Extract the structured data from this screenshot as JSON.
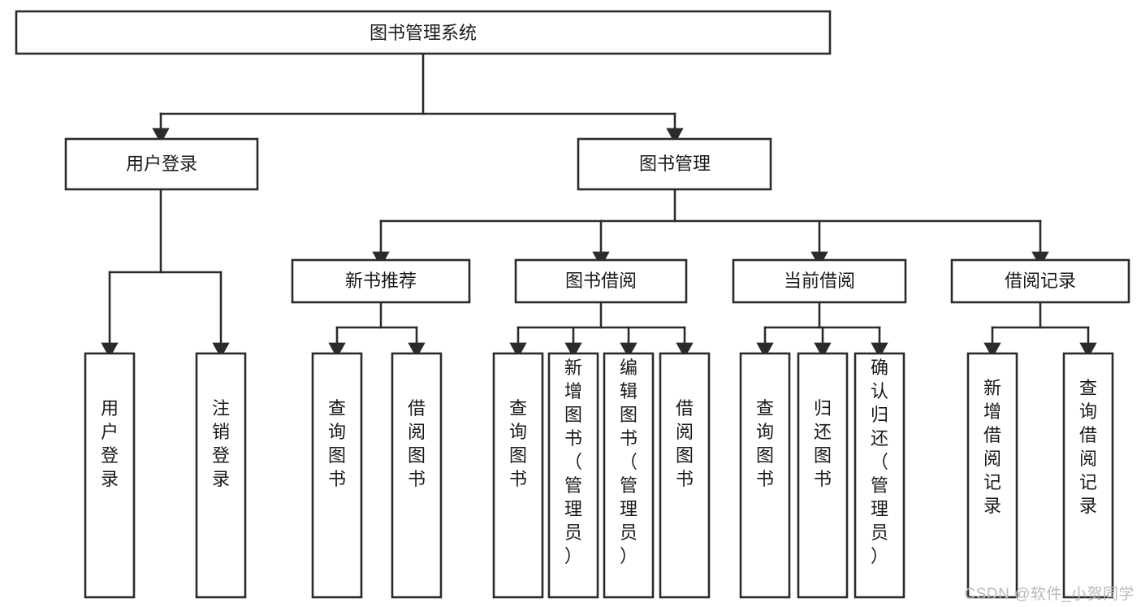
{
  "diagram": {
    "type": "tree-hierarchy",
    "title": "图书管理系统",
    "orientation": "top-down",
    "colors": {
      "stroke": "#2b2b2b",
      "fill": "#ffffff",
      "text": "#1a1a1a",
      "watermark": "#b9b9b9"
    },
    "levels": [
      {
        "level": 1,
        "nodes": [
          {
            "id": "root",
            "label": "图书管理系统",
            "text_orientation": "horizontal"
          }
        ]
      },
      {
        "level": 2,
        "nodes": [
          {
            "id": "user-login",
            "label": "用户登录",
            "text_orientation": "horizontal",
            "parent": "root"
          },
          {
            "id": "book-manage",
            "label": "图书管理",
            "text_orientation": "horizontal",
            "parent": "root"
          }
        ]
      },
      {
        "level": 3,
        "nodes": [
          {
            "id": "new-book-rec",
            "label": "新书推荐",
            "text_orientation": "horizontal",
            "parent": "book-manage"
          },
          {
            "id": "book-borrow",
            "label": "图书借阅",
            "text_orientation": "horizontal",
            "parent": "book-manage"
          },
          {
            "id": "current-borrow",
            "label": "当前借阅",
            "text_orientation": "horizontal",
            "parent": "book-manage"
          },
          {
            "id": "borrow-record",
            "label": "借阅记录",
            "text_orientation": "horizontal",
            "parent": "book-manage"
          }
        ]
      },
      {
        "level": 4,
        "nodes": [
          {
            "id": "leaf-1",
            "label": "用户登录",
            "text_orientation": "vertical",
            "parent": "user-login"
          },
          {
            "id": "leaf-2",
            "label": "注销登录",
            "text_orientation": "vertical",
            "parent": "user-login"
          },
          {
            "id": "leaf-3",
            "label": "查询图书",
            "text_orientation": "vertical",
            "parent": "new-book-rec"
          },
          {
            "id": "leaf-4",
            "label": "借阅图书",
            "text_orientation": "vertical",
            "parent": "new-book-rec"
          },
          {
            "id": "leaf-5",
            "label": "查询图书",
            "text_orientation": "vertical",
            "parent": "book-borrow"
          },
          {
            "id": "leaf-6",
            "label": "新增图书（管理员）",
            "text_orientation": "vertical",
            "parent": "book-borrow"
          },
          {
            "id": "leaf-7",
            "label": "编辑图书（管理员）",
            "text_orientation": "vertical",
            "parent": "book-borrow"
          },
          {
            "id": "leaf-8",
            "label": "借阅图书",
            "text_orientation": "vertical",
            "parent": "book-borrow"
          },
          {
            "id": "leaf-9",
            "label": "查询图书",
            "text_orientation": "vertical",
            "parent": "current-borrow"
          },
          {
            "id": "leaf-10",
            "label": "归还图书",
            "text_orientation": "vertical",
            "parent": "current-borrow"
          },
          {
            "id": "leaf-11",
            "label": "确认归还（管理员）",
            "text_orientation": "vertical",
            "parent": "current-borrow"
          },
          {
            "id": "leaf-12",
            "label": "新增借阅记录",
            "text_orientation": "vertical",
            "parent": "borrow-record"
          },
          {
            "id": "leaf-13",
            "label": "查询借阅记录",
            "text_orientation": "vertical",
            "parent": "borrow-record"
          }
        ]
      }
    ]
  },
  "watermark": {
    "text": "CSDN @软件_小贺同学"
  }
}
